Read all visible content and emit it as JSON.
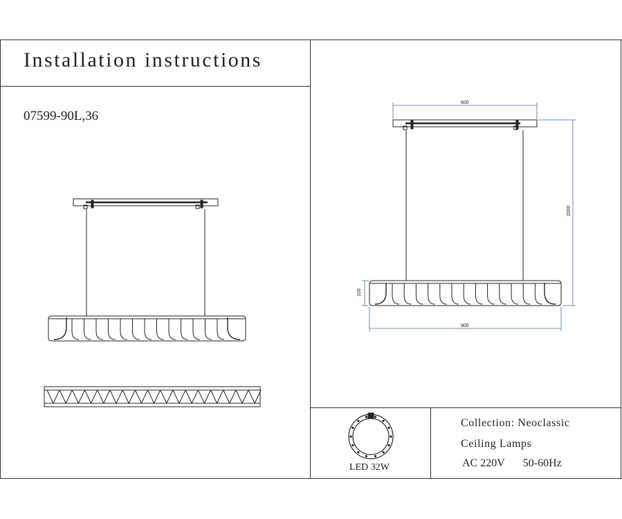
{
  "title": "Installation instructions",
  "model": "07599-90L,36",
  "dimensions": {
    "canopy_width": "600",
    "total_height": "2000",
    "body_height": "100",
    "body_length": "900",
    "dimension_color": "#3b6fb0"
  },
  "light_source": {
    "label": "LED 32W",
    "icon": "led-ring-icon"
  },
  "product_info": {
    "collection": "Collection: Neoclassic",
    "category": "Ceiling Lamps",
    "voltage": "AC 220V",
    "frequency": "50-60Hz"
  }
}
